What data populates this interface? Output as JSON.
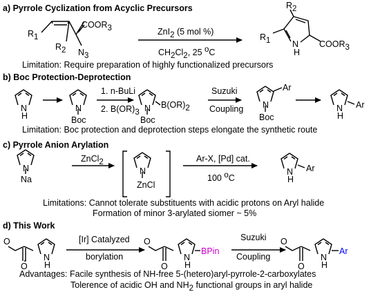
{
  "colors": {
    "ink": "#000000",
    "boron": "#cc00cc",
    "aryl": "#0000ff"
  },
  "sections": {
    "a": {
      "title": "a) Pyrrole Cyclization from Acyclic Precursors",
      "reactant": {
        "ester": "COOR",
        "ester_sub": "3",
        "r1": "R",
        "r1_sub": "1",
        "r2": "R",
        "r2_sub": "2",
        "azide": "N",
        "azide_sub": "3"
      },
      "reagent_top": "ZnI",
      "reagent_top_sub": "2",
      "reagent_top_rest": " (5 mol %)",
      "reagent_bottom": "CH",
      "reagent_bottom_sub": "2",
      "reagent_bottom_mid": "Cl",
      "reagent_bottom_sub2": "2",
      "reagent_bottom_rest": ", 25 ",
      "reagent_bottom_deg": "o",
      "reagent_bottom_unit": "C",
      "product": {
        "r2": "R",
        "r2_sub": "2",
        "r1": "R",
        "r1_sub": "1",
        "ester": "COOR",
        "ester_sub": "3",
        "nh": "N",
        "h": "H"
      },
      "limitation": "Limitation: Require preparation of highly functionalized precursors"
    },
    "b": {
      "title": "b) Boc Protection-Deprotection",
      "step1": "1. n-BuLi",
      "step2": "2. B(OR)",
      "step2_sub": "3",
      "suzuki": "Suzuki",
      "coupling": "Coupling",
      "boc": "Boc",
      "boronate": "B(OR)",
      "boronate_sub": "2",
      "ar": "Ar",
      "n": "N",
      "h": "H",
      "limitation": "Limitation: Boc protection and deprotection steps elongate the synthetic route"
    },
    "c": {
      "title": "c) Pyrrole Anion Arylation",
      "zncl2": "ZnCl",
      "zncl2_sub": "2",
      "na": "Na",
      "zncl": "ZnCl",
      "conditions_top": "Ar-X, [Pd] cat.",
      "conditions_bottom": "100 ",
      "conditions_deg": "o",
      "conditions_unit": "C",
      "ar": "Ar",
      "n": "N",
      "h": "H",
      "limitation_1": "Limitations: Cannot tolerate substituents with acidic protons on Aryl halide",
      "limitation_2": "Formation of minor 3-arylated siomer ~ 5%"
    },
    "d": {
      "title": "d) This Work",
      "borylation_top": "[Ir] Catalyzed",
      "borylation_bottom": "borylation",
      "suzuki": "Suzuki",
      "coupling": "Coupling",
      "bpin": "BPin",
      "ar": "Ar",
      "n": "N",
      "h": "H",
      "o": "O",
      "advantage_1": "Advantages: Facile synthesis of NH-free 5-(hetero)aryl-pyrrole-2-carboxylates",
      "advantage_2_pre": "Tolerence of acidic OH and NH",
      "advantage_2_sub": "2",
      "advantage_2_post": " functional groups in aryl halide"
    }
  }
}
